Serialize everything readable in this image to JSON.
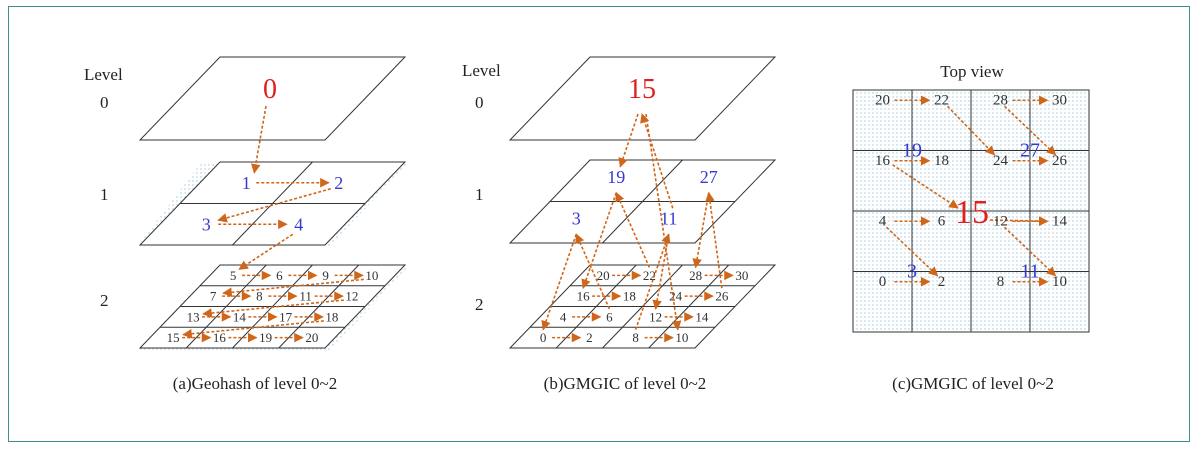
{
  "colors": {
    "frame": "#3f8f8f",
    "red": "#e02020",
    "blue": "#3838d0",
    "arrow": "#d0661a",
    "line": "#333333",
    "shadow": "#9ec8e0"
  },
  "panel_a": {
    "level_heading": "Level",
    "level_0": "0",
    "level_1": "1",
    "level_2": "2",
    "l0": "0",
    "l1": [
      "1",
      "2",
      "3",
      "4"
    ],
    "l2": [
      "5",
      "6",
      "9",
      "10",
      "7",
      "8",
      "11",
      "12",
      "13",
      "14",
      "17",
      "18",
      "15",
      "16",
      "19",
      "20"
    ],
    "caption": "(a)Geohash of level 0~2"
  },
  "panel_b": {
    "level_heading": "Level",
    "level_0": "0",
    "level_1": "1",
    "level_2": "2",
    "l0": "15",
    "l1": [
      "19",
      "27",
      "3",
      "11"
    ],
    "l2": [
      "20",
      "22",
      "28",
      "30",
      "16",
      "18",
      "24",
      "26",
      "4",
      "6",
      "12",
      "14",
      "0",
      "2",
      "8",
      "10"
    ],
    "caption": "(b)GMGIC of level 0~2"
  },
  "panel_c": {
    "title": "Top view",
    "center": "15",
    "l1": [
      "19",
      "27",
      "3",
      "11"
    ],
    "l2": [
      "20",
      "22",
      "28",
      "30",
      "16",
      "18",
      "24",
      "26",
      "4",
      "6",
      "12",
      "14",
      "0",
      "2",
      "8",
      "10"
    ],
    "caption": "(c)GMGIC of level 0~2"
  }
}
